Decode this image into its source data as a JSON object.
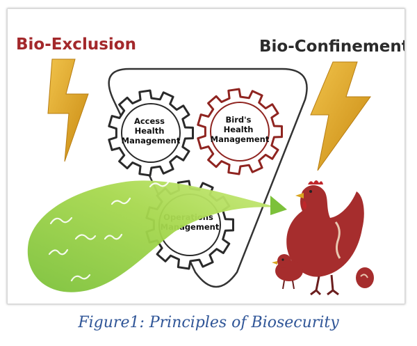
{
  "diagram": {
    "left_label": "Bio-Exclusion",
    "right_label": "Bio-Confinement",
    "gears": [
      {
        "lines": [
          "Access",
          "Health",
          "Management"
        ]
      },
      {
        "lines": [
          "Bird's",
          "Health",
          "Management"
        ]
      },
      {
        "lines": [
          "Operations",
          "Management"
        ]
      }
    ],
    "icons": [
      "left-lightning-icon",
      "right-lightning-icon",
      "microbe-cone-icon",
      "hen-icon",
      "chick-icon",
      "egg-icon"
    ],
    "colors": {
      "left_label": "#a3282b",
      "right_label": "#2b2b2b",
      "lightning": "#e0a020",
      "cone": "#8fcf3c",
      "hen": "#a62d2d",
      "gear_outline": "#2a2a2a",
      "gear_outline_red": "#8f2420"
    }
  },
  "caption": "Figure1: Principles of Biosecurity"
}
